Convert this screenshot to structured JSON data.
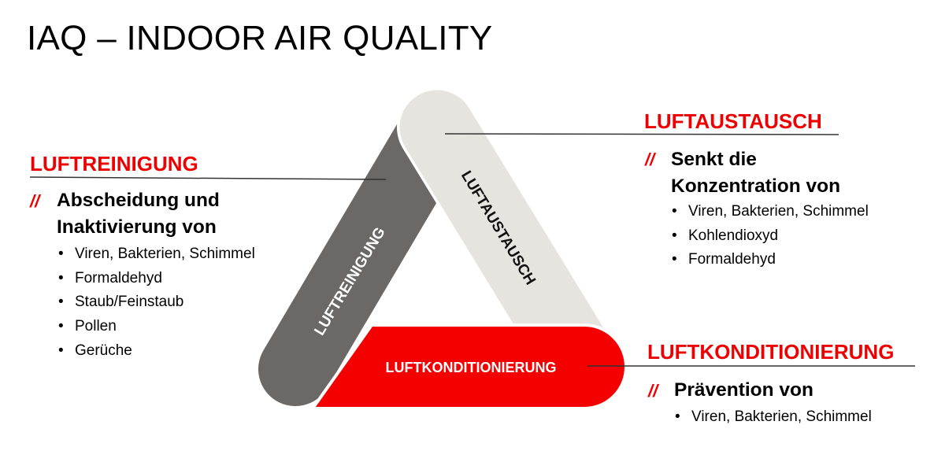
{
  "title": "IAQ – INDOOR AIR QUALITY",
  "colors": {
    "accent": "#ee0000",
    "gray_band": "#6b6865",
    "beige_band": "#e6e4de",
    "red_band": "#f50000"
  },
  "diagram": {
    "bands": [
      "LUFTREINIGUNG",
      "LUFTAUSTAUSCH",
      "LUFTKONDITIONIERUNG"
    ]
  },
  "sections": {
    "luftreinigung": {
      "title": "LUFTREINIGUNG",
      "marker": "//",
      "heading": [
        "Abscheidung und",
        "Inaktivierung von"
      ],
      "items": [
        "Viren, Bakterien, Schimmel",
        "Formaldehyd",
        "Staub/Feinstaub",
        "Pollen",
        "Gerüche"
      ]
    },
    "luftaustausch": {
      "title": "LUFTAUSTAUSCH",
      "marker": "//",
      "heading": [
        "Senkt die",
        "Konzentration von"
      ],
      "items": [
        "Viren, Bakterien, Schimmel",
        "Kohlendioxyd",
        "Formaldehyd"
      ]
    },
    "luftkonditionierung": {
      "title": "LUFTKONDITIONIERUNG",
      "marker": "//",
      "heading": [
        "Prävention von"
      ],
      "items": [
        "Viren, Bakterien, Schimmel"
      ]
    }
  }
}
